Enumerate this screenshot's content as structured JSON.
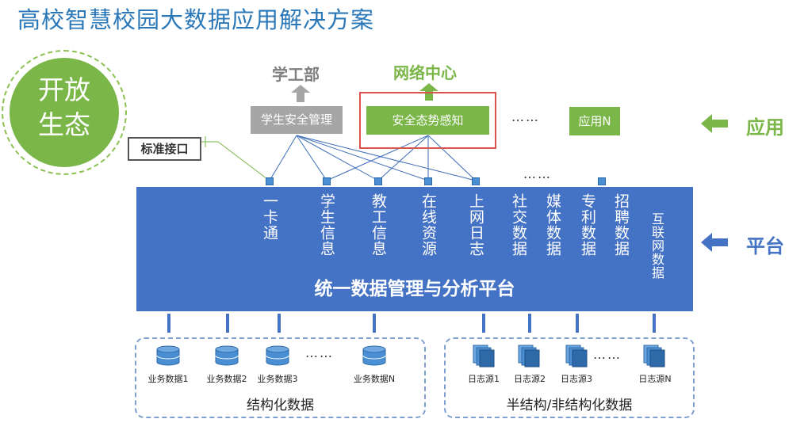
{
  "title": "高校智慧校园大数据应用解决方案",
  "ecosystem": {
    "text": "开放\n生态"
  },
  "standard_interface": "标准接口",
  "apps": {
    "student_affairs_dept": "学工部",
    "network_center": "网络中心",
    "student_safety": "学生安全管理",
    "security_awareness": "安全态势感知",
    "ellipsis": "……",
    "app_n": "应用N"
  },
  "layer_labels": {
    "application": "应用",
    "platform": "平台"
  },
  "platform": {
    "title": "统一数据管理与分析平台",
    "columns": [
      "一卡通",
      "学生信息",
      "教工信息",
      "在线资源",
      "上网日志",
      "社交数据",
      "媒体数据",
      "专利数据",
      "招聘数据",
      "互联网数据"
    ],
    "ellipsis": "……"
  },
  "structured": {
    "items": [
      "业务数据1",
      "业务数据2",
      "业务数据3",
      "业务数据N"
    ],
    "ellipsis": "……",
    "label": "结构化数据"
  },
  "semi_structured": {
    "items": [
      "日志源1",
      "日志源2",
      "日志源3",
      "日志源N"
    ],
    "ellipsis": "……",
    "label": "半结构/非结构化数据"
  },
  "colors": {
    "title_blue": "#2b78b8",
    "green": "#7ab648",
    "platform_blue": "#4472c4",
    "gray": "#a6a6a6",
    "highlight_red": "#d9534f"
  },
  "icons": [
    "up-arrow-icon",
    "left-arrow-icon",
    "database-icon",
    "log-files-icon"
  ]
}
